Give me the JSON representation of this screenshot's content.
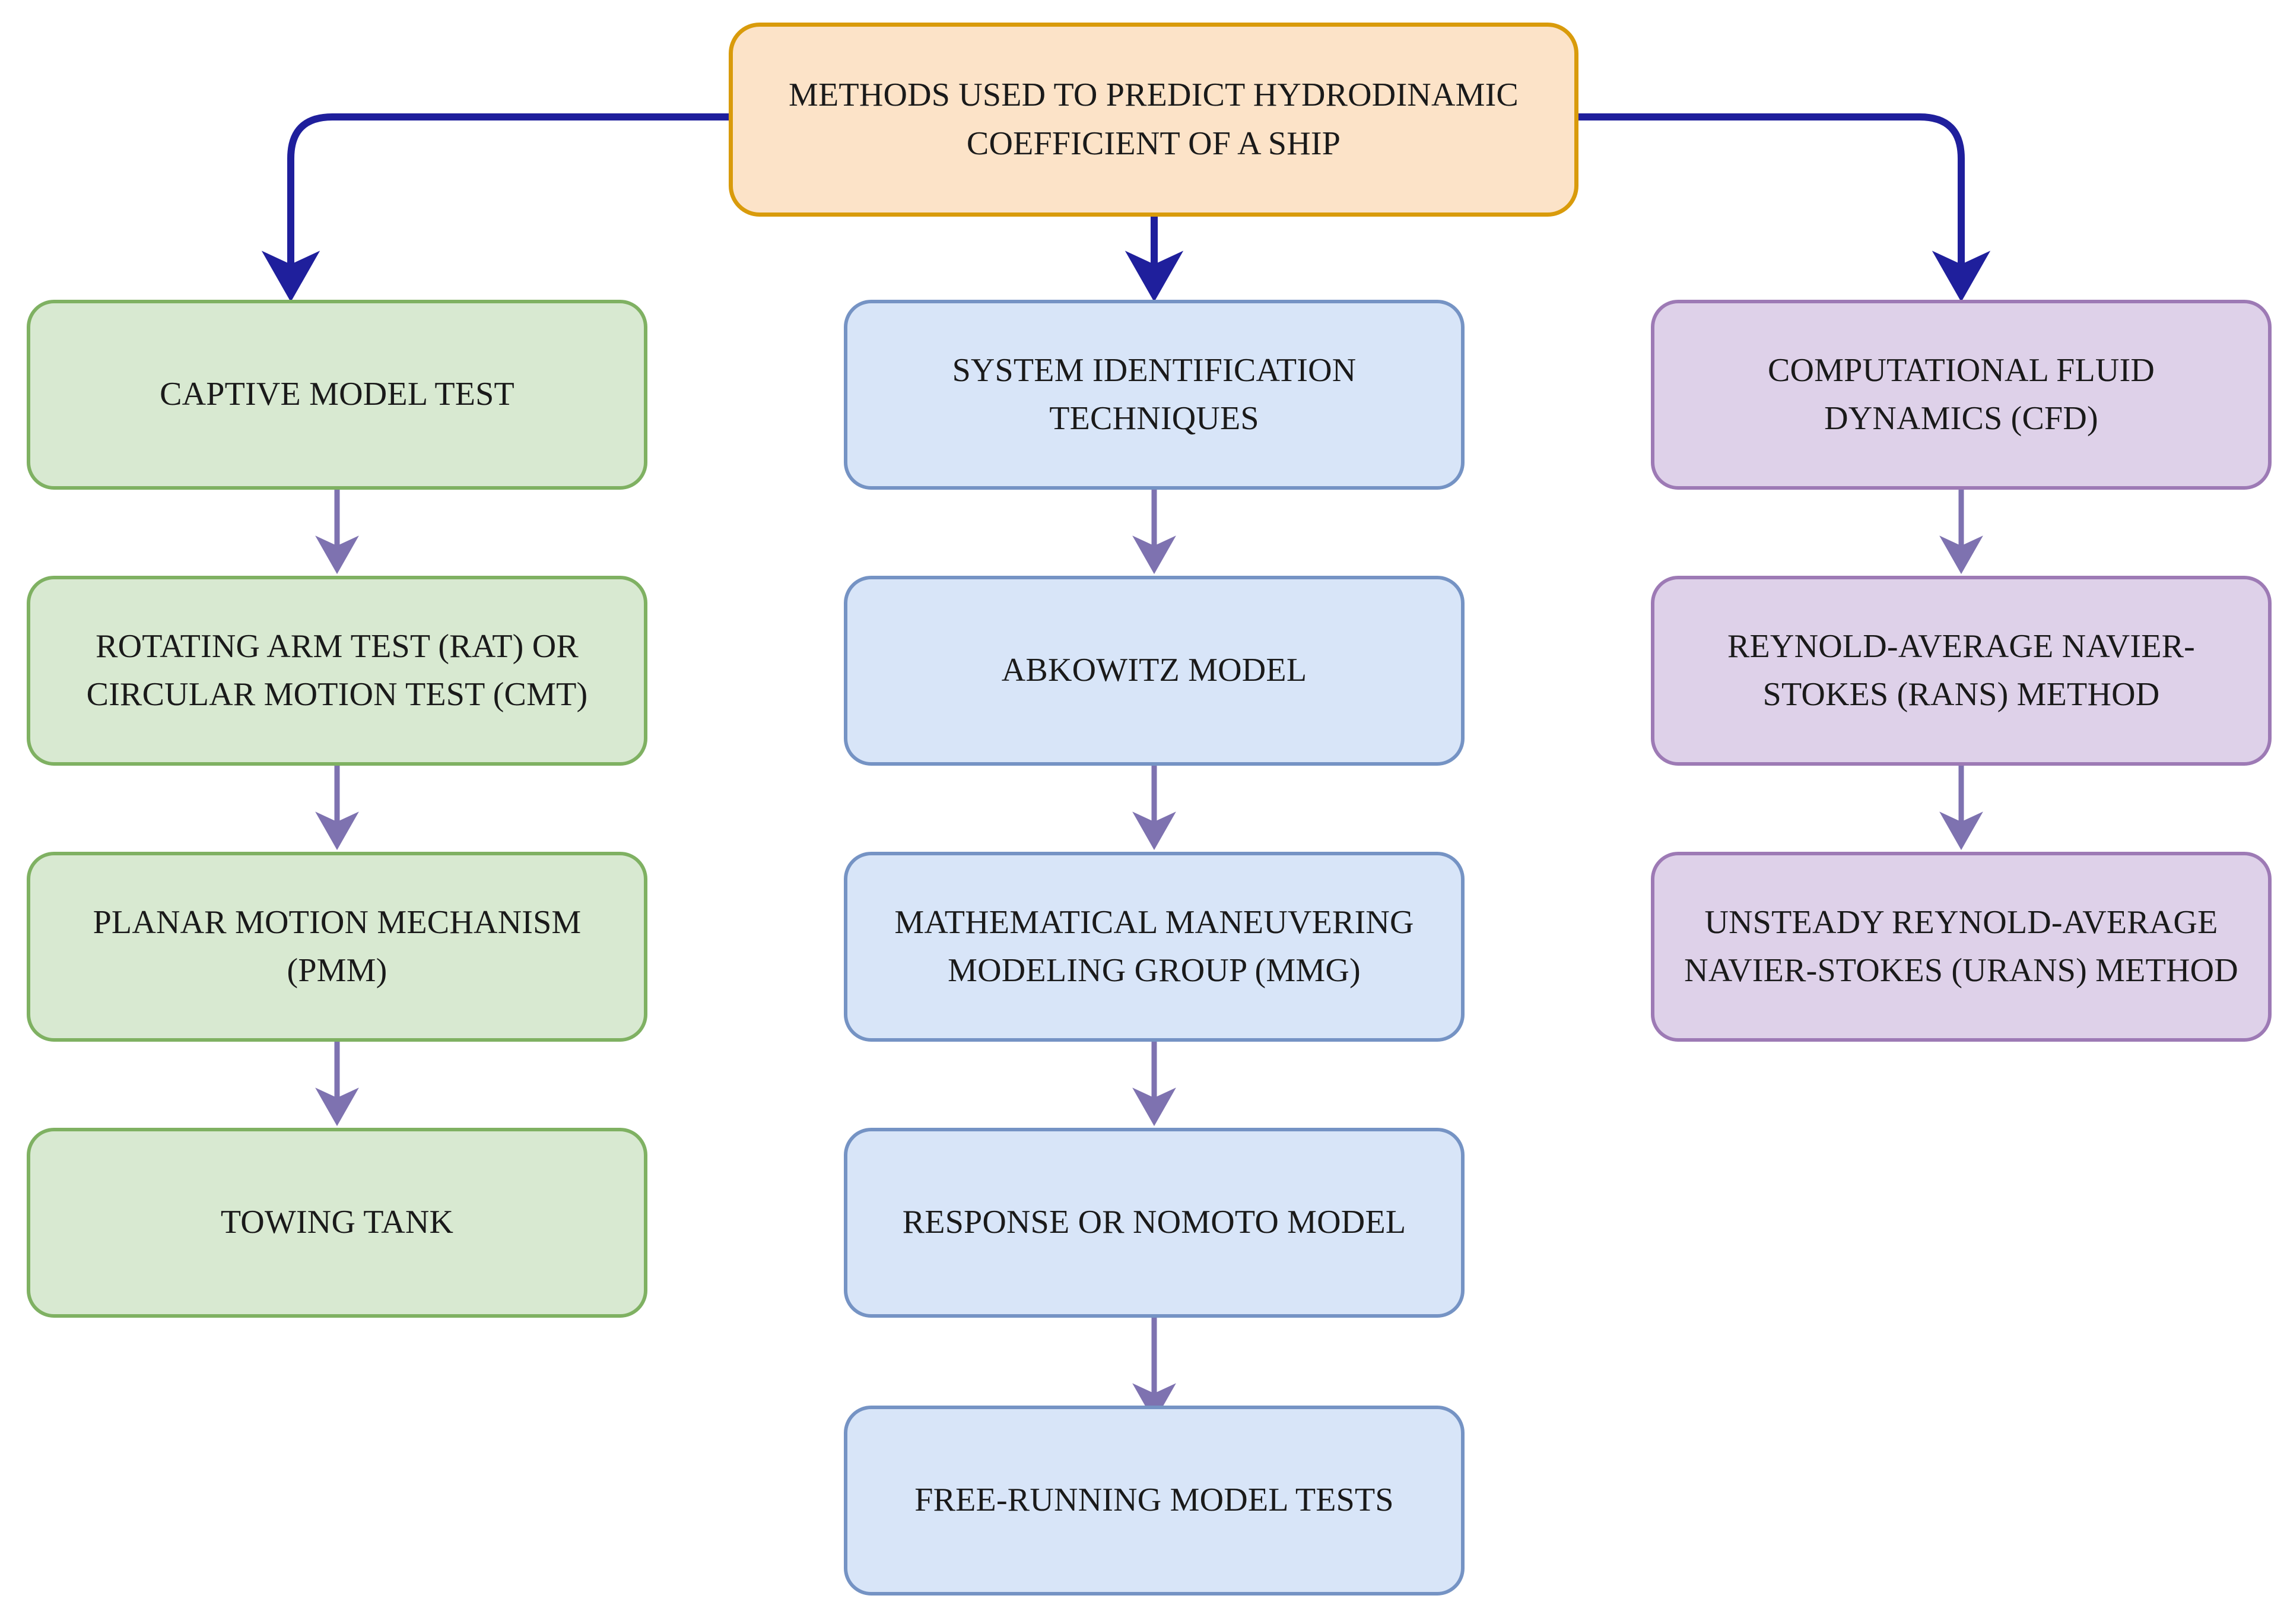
{
  "diagram": {
    "title_node": {
      "id": "root",
      "label": "METHODS USED TO PREDICT HYDRODINAMIC COEFFICIENT OF A SHIP",
      "fill": "#fce3c8",
      "stroke": "#d99b0b"
    },
    "columns": [
      {
        "id": "captive-model-test",
        "accent_fill": "#d8e9d1",
        "accent_stroke": "#7fb162",
        "nodes": [
          {
            "id": "captive-model-test",
            "label": "CAPTIVE MODEL TEST"
          },
          {
            "id": "rotating-arm-test",
            "label": "ROTATING ARM TEST (RAT) OR CIRCULAR MOTION TEST (CMT)"
          },
          {
            "id": "planar-motion-mechanism",
            "label": "PLANAR MOTION MECHANISM (PMM)"
          },
          {
            "id": "towing-tank",
            "label": "TOWING TANK"
          }
        ]
      },
      {
        "id": "system-identification-techniques",
        "accent_fill": "#d8e5f8",
        "accent_stroke": "#7593c4",
        "nodes": [
          {
            "id": "system-identification-techniques",
            "label": "SYSTEM IDENTIFICATION TECHNIQUES"
          },
          {
            "id": "abkowitz-model",
            "label": "ABKOWITZ MODEL"
          },
          {
            "id": "mathematical-maneuvering-modeling-group",
            "label": "MATHEMATICAL MANEUVERING MODELING GROUP (MMG)"
          },
          {
            "id": "response-or-nomoto-model",
            "label": "RESPONSE OR NOMOTO MODEL"
          },
          {
            "id": "free-running-model-tests",
            "label": "FREE-RUNNING MODEL TESTS"
          }
        ]
      },
      {
        "id": "computational-fluid-dynamics",
        "accent_fill": "#ded1e9",
        "accent_stroke": "#9d7ab5",
        "nodes": [
          {
            "id": "computational-fluid-dynamics",
            "label": "COMPUTATIONAL FLUID DYNAMICS (CFD)"
          },
          {
            "id": "reynold-average-navier-stokes",
            "label": "REYNOLD-AVERAGE NAVIER-STOKES (RANS) METHOD"
          },
          {
            "id": "unsteady-reynold-average-navier-stokes",
            "label": "UNSTEADY REYNOLD-AVERAGE NAVIER-STOKES (URANS) METHOD"
          }
        ]
      }
    ],
    "edges": {
      "root_branch_color": "#1f1f9c",
      "chain_color": "#7e72b0"
    }
  }
}
